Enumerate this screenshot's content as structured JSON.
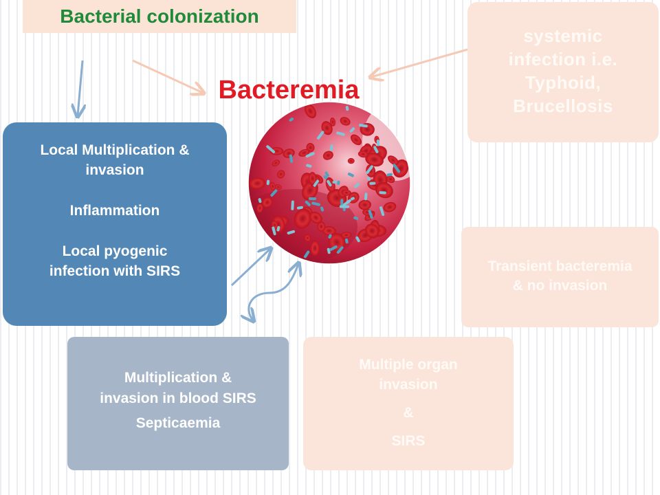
{
  "colonization": {
    "label": "Bacterial colonization"
  },
  "center": {
    "title": "Bacteremia",
    "image": "bacteria-in-blood-vessel"
  },
  "systemic": {
    "lines": [
      "systemic",
      "infection i.e.",
      "Typhoid,",
      "Brucellosis"
    ]
  },
  "transient": {
    "lines": [
      "Transient bacteremia",
      "& no invasion"
    ]
  },
  "local": {
    "item1": [
      "Local Multiplication &",
      "invasion"
    ],
    "item2": "Inflammation",
    "item3": [
      "Local pyogenic",
      "infection with SIRS"
    ]
  },
  "blood": {
    "lines": [
      "Multiplication &",
      "invasion in blood SIRS"
    ],
    "sub": "Septicaemia"
  },
  "organ": {
    "lines": [
      "Multiple organ",
      "invasion"
    ],
    "amp": "&",
    "sirs": "SIRS"
  },
  "colors": {
    "title_red": "#e01b24",
    "green_text": "#1f8a3a",
    "blue_box": "#5287b6",
    "grey_blue_box": "#a6b5c8",
    "peach_box": "#fbe5da",
    "arrow_blue": "#8aaed0",
    "arrow_peach": "#f6c9b4"
  }
}
